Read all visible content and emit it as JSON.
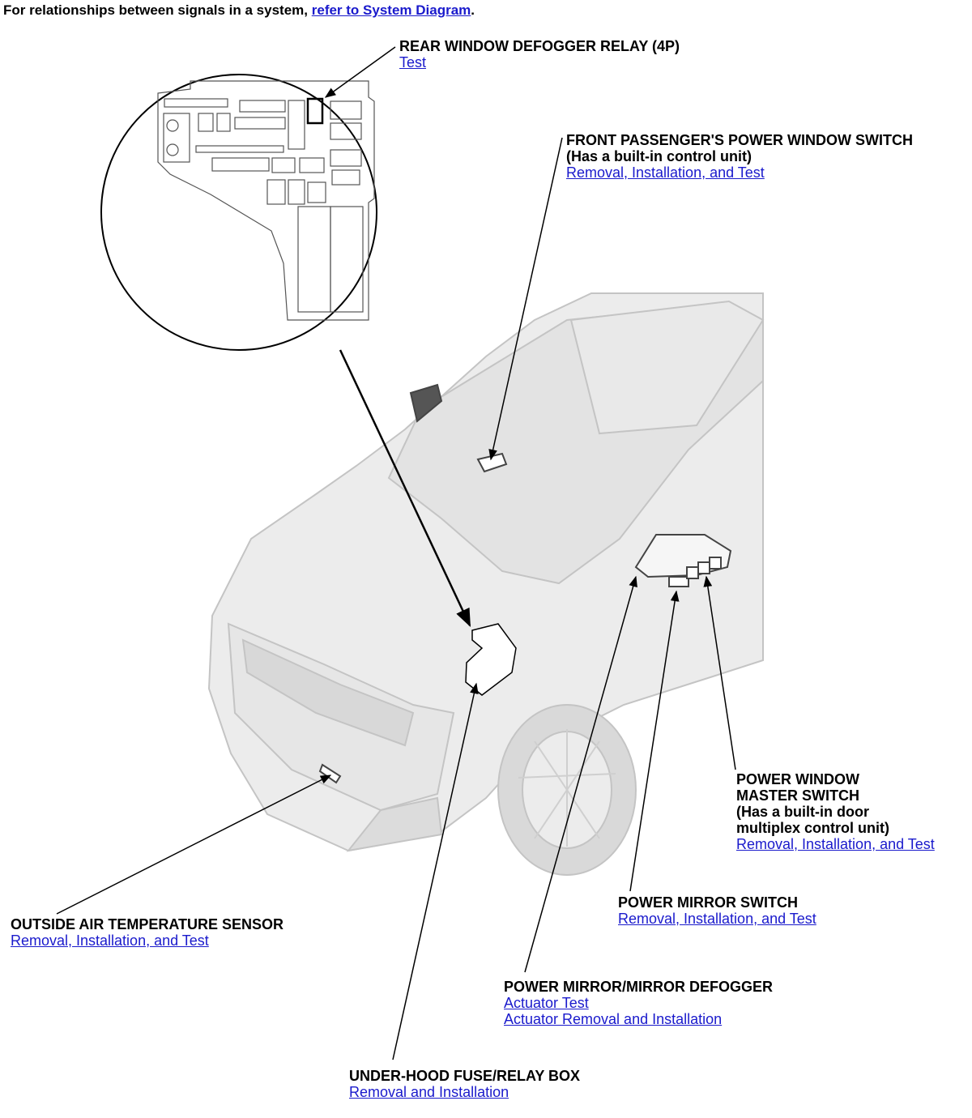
{
  "intro": {
    "text": "For relationships between signals in a system,",
    "link": "refer to System Diagram",
    "suffix": "."
  },
  "callouts": {
    "rear_defogger_relay": {
      "title": "REAR WINDOW DEFOGGER RELAY (4P)",
      "links": [
        "Test"
      ]
    },
    "front_passenger_switch": {
      "title": "FRONT PASSENGER'S POWER WINDOW SWITCH",
      "note": "(Has a built-in control unit)",
      "links": [
        "Removal, Installation, and Test"
      ]
    },
    "power_window_master": {
      "title_1": "POWER WINDOW",
      "title_2": "MASTER SWITCH",
      "note_1": "(Has a built-in door",
      "note_2": "multiplex control unit)",
      "links": [
        "Removal, Installation, and Test"
      ]
    },
    "power_mirror_switch": {
      "title": "POWER MIRROR SWITCH",
      "links": [
        "Removal, Installation, and Test"
      ]
    },
    "outside_air_sensor": {
      "title": "OUTSIDE AIR TEMPERATURE SENSOR",
      "links": [
        "Removal, Installation, and Test"
      ]
    },
    "power_mirror_defogger": {
      "title": "POWER MIRROR/MIRROR DEFOGGER",
      "links": [
        "Actuator Test",
        "Actuator Removal and Installation"
      ]
    },
    "underhood_fuse_box": {
      "title": "UNDER-HOOD FUSE/RELAY BOX",
      "links": [
        "Removal and Installation"
      ]
    }
  },
  "colors": {
    "link": "#1a1acc",
    "car_fill": "#ececec",
    "car_line": "#c4c4c4"
  }
}
